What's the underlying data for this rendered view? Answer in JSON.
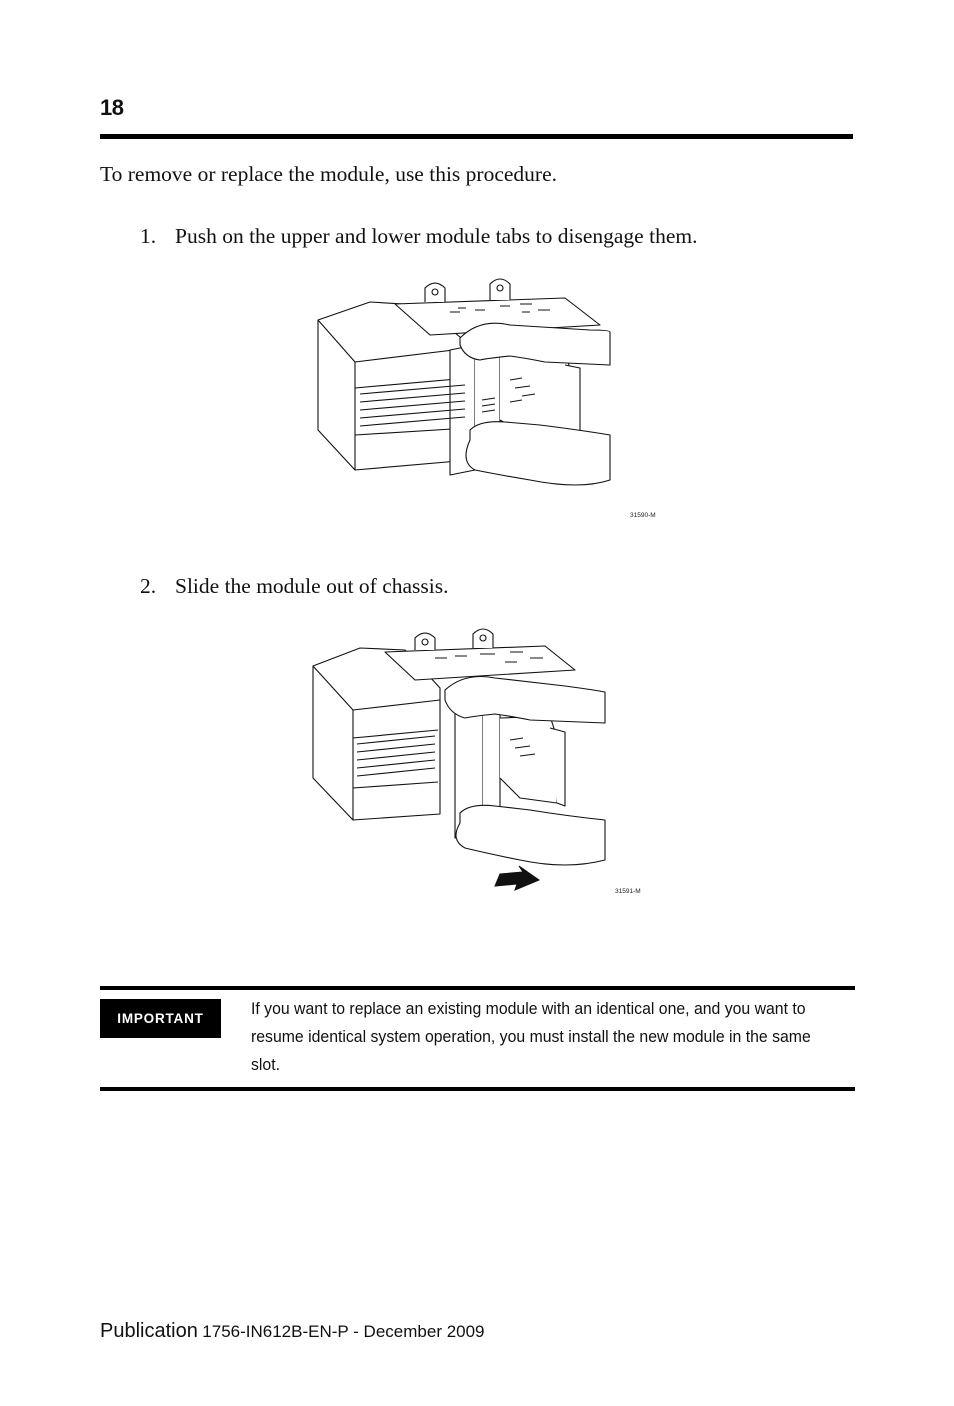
{
  "header": {
    "page_number": "18"
  },
  "intro": "To remove or replace the module, use this procedure.",
  "steps": [
    {
      "number": "1.",
      "text": "Push on the upper and lower module tabs to disengage them."
    },
    {
      "number": "2.",
      "text": "Slide the module out of chassis."
    }
  ],
  "figures": [
    {
      "label": "31590-M"
    },
    {
      "label": "31591-M"
    }
  ],
  "important": {
    "badge": "IMPORTANT",
    "text": "If you want to replace an existing module with an identical one, and you want to resume identical system operation, you must install the new module in the same slot."
  },
  "footer": {
    "publication_word": "Publication",
    "publication_id": "1756-IN612B-EN-P - December 2009"
  }
}
